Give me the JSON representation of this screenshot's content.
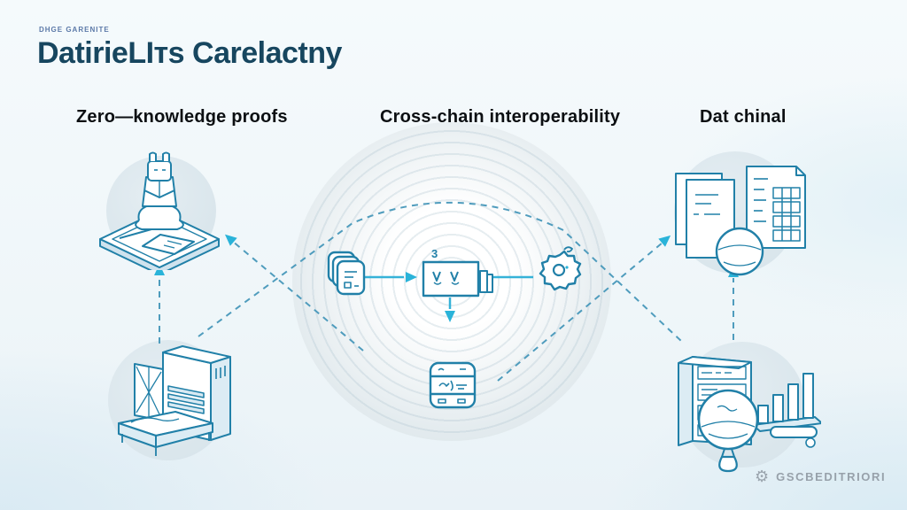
{
  "header": {
    "eyebrow": "DHGE GARENITE",
    "title": "DatirieLIтs Carelactny"
  },
  "columns": [
    {
      "label": "Zero—knowledge proofs"
    },
    {
      "label": "Cross-chain interoperability"
    },
    {
      "label": "Dat chinal"
    }
  ],
  "center_diagram": {
    "node_count_badge": "3",
    "icons": [
      "documents-stack-icon",
      "process-box-icon",
      "gear-icon",
      "wallet-card-icon"
    ]
  },
  "illustrations": [
    "robot-reading-on-platform",
    "server-workstation-machine",
    "documents-with-globe",
    "server-magnifier-bar-chart"
  ],
  "footer": {
    "brand": "GSCBEDITRIORI",
    "brand_icon_glyph": "⚙"
  },
  "colors": {
    "title": "#17465f",
    "heading": "#0c0f12",
    "line_art": "#2180a8",
    "line_art_fill": "#d9eaf3",
    "accent_cyan": "#2ab3d9",
    "dashed_line": "#4f9cbd",
    "circle_bg": "#dde8ee",
    "watermark": "#97a1aa",
    "eyebrow": "#5b79a8"
  }
}
